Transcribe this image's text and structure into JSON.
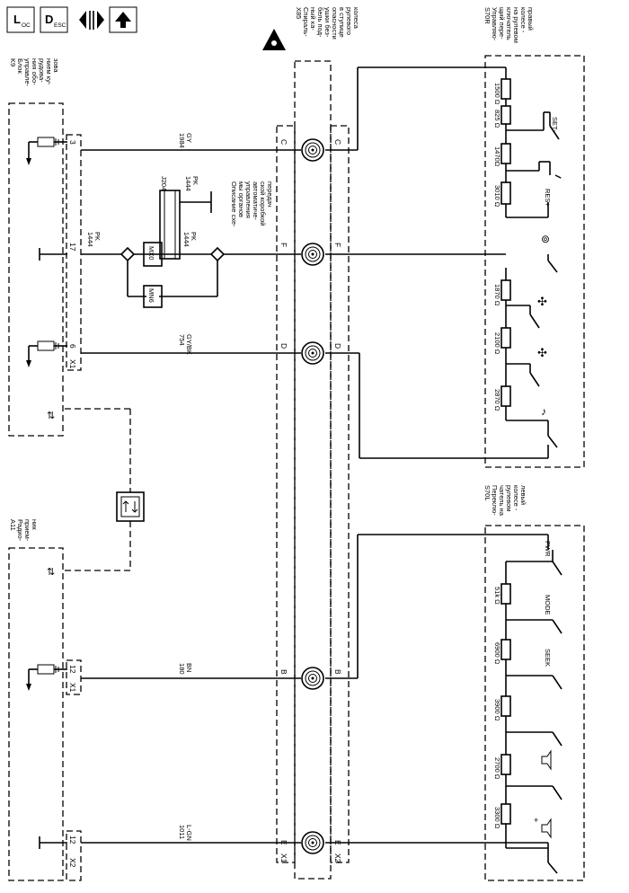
{
  "top_icons": [
    {
      "id": "loc",
      "main": "L",
      "sub": "OC"
    },
    {
      "id": "desc",
      "main": "D",
      "sub": "ESC"
    },
    {
      "id": "sig",
      "name": "signal-flow-icon"
    },
    {
      "id": "up",
      "name": "up-arrow-icon"
    }
  ],
  "components": {
    "k9": {
      "label": "K9\nБлок\nуправле-\nния обо-\nрудова-\nнием ку-\nзова",
      "connector": "X1"
    },
    "a11": {
      "label": "A11\nРадио-\nприем-\nник",
      "connector1": "X1",
      "connector2": "X2"
    },
    "x85": {
      "label": "X85\nСпираль-\nный ка-\nбель под-\nушки без-\nопасности\nв ступице\nрулевого\nколеса"
    },
    "s70r": {
      "label": "S70R\nУправляю-\nщий пере-\nключатель\nна рулевом\nколесе -\nправый"
    },
    "s70l": {
      "label": "S70L\nПереклю-\nчатель на\nрулевом\nколесе -\nлевый"
    },
    "j204": {
      "label": "J204"
    },
    "mx0": {
      "label": "MX0"
    },
    "mn6": {
      "label": "MN6"
    },
    "x1_spiral": {
      "label": "X1"
    },
    "x2_spiral": {
      "label": "X2"
    }
  },
  "reference_note": "Описание схе-\nмы органов\nуправления\nавтоматиче-\nской коробкой\nпередач",
  "pins": {
    "k9_c": "3",
    "k9_f": "17",
    "k9_d": "6",
    "a11_b": "12",
    "a11_e": "12"
  },
  "letters": {
    "c": "C",
    "f": "F",
    "d": "D",
    "b": "B",
    "e": "E"
  },
  "wires": [
    {
      "id": "c",
      "num": "1984",
      "color": "GY"
    },
    {
      "id": "f1",
      "num": "1444",
      "color": "PK"
    },
    {
      "id": "f2",
      "num": "1444",
      "color": "PK"
    },
    {
      "id": "ref",
      "num": "1444",
      "color": "PK"
    },
    {
      "id": "d",
      "num": "754",
      "color": "GY/BK"
    },
    {
      "id": "b",
      "num": "180",
      "color": "BN"
    },
    {
      "id": "e",
      "num": "1011",
      "color": "L-GN"
    }
  ],
  "resistors_r": [
    "1500 Ω",
    "825 Ω",
    "1470Ω",
    "3010 Ω",
    "1870 Ω",
    "2100 Ω",
    "2870 Ω"
  ],
  "switches_r": {
    "set": "SET-",
    "res": "RES+"
  },
  "resistors_l": [
    "51k Ω",
    "6900 Ω",
    "3900 Ω",
    "2700 Ω",
    "3300 Ω"
  ],
  "switches_l": {
    "pwr": "PWR",
    "mode": "MODE",
    "seek": "SEEK"
  }
}
